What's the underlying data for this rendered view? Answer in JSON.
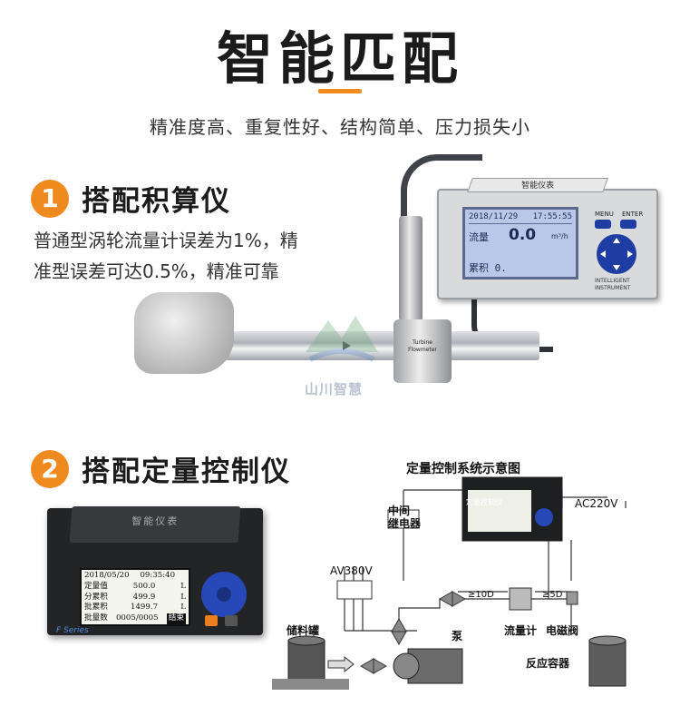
{
  "header": {
    "title": "智能匹配",
    "subtitle": "精准度高、重复性好、结构简单、压力损失小",
    "accent_color": "#f08c1e"
  },
  "section1": {
    "number": "1",
    "title": "搭配积算仪",
    "description": [
      "普通型涡轮流量计误差为1%，精",
      "准型误差可达0.5%，精准可靠"
    ],
    "meter": {
      "brand_plate": "智能仪表",
      "date": "2018/11/29",
      "time": "17:55:55",
      "flow_label": "流量",
      "flow_value": "0.0",
      "flow_unit": "m³/h",
      "total_label": "累积",
      "total_value": "0.",
      "menu_key": "MENU",
      "enter_key": "ENTER",
      "brand_line1": "INTELLIGENT",
      "brand_line2": "INSTRUMENT"
    },
    "sensor_label": "Turbine Flowmeter",
    "watermark": "山川智慧"
  },
  "section2": {
    "number": "2",
    "title": "搭配定量控制仪",
    "meter": {
      "plate": "智能仪表",
      "rows": [
        {
          "label": "2018/05/20",
          "value": "09:35:40",
          "unit": ""
        },
        {
          "label": "定量值",
          "value": "500.0",
          "unit": "L"
        },
        {
          "label": "分累积",
          "value": "499.9",
          "unit": "L"
        },
        {
          "label": "批累积",
          "value": "1499.7",
          "unit": "L"
        },
        {
          "label": "批量数",
          "value": "0005/0005",
          "unit": "结束"
        }
      ],
      "series": "F Series"
    },
    "diagram": {
      "title": "定量控制系统示意图",
      "relay": "中间\n继电器",
      "power_ac220": "AC220V",
      "power_av380": "AV380V",
      "dist_10d": "≥10D",
      "dist_5d": "≥5D",
      "tank": "储料罐",
      "pump": "泵",
      "flowmeter": "流量计",
      "solenoid": "电磁阀",
      "reactor": "反应容器",
      "panel": "定量控制仪"
    }
  }
}
